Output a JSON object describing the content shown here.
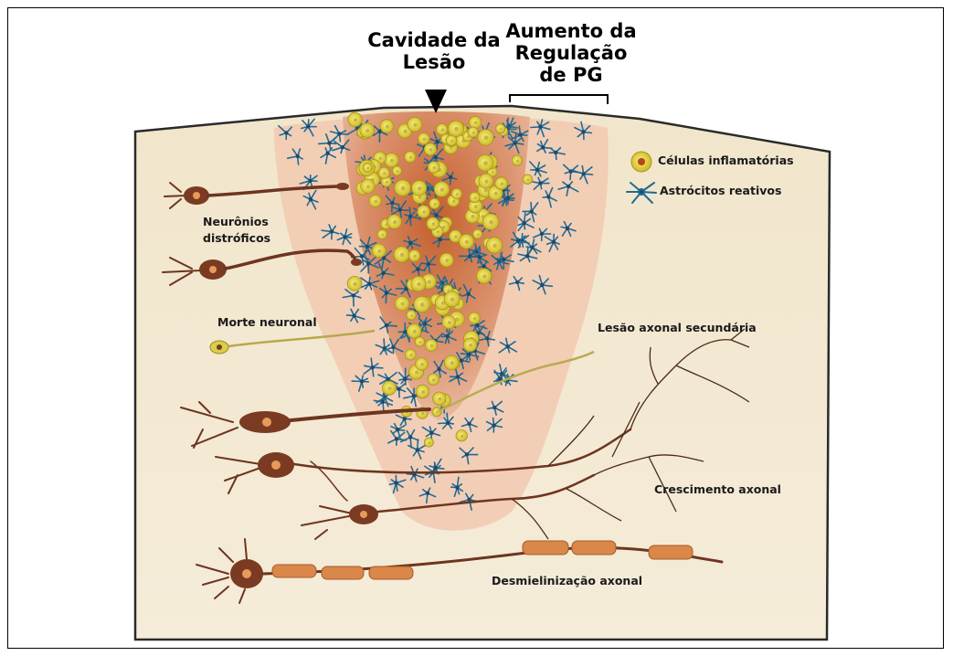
{
  "header": {
    "cavity_line1": "Cavidade da",
    "cavity_line2": "Lesão",
    "pg_line1": "Aumento da",
    "pg_line2": "Regulação",
    "pg_line3": "de PG"
  },
  "legend": {
    "inflammatory": "Células inflamatórias",
    "astrocytes": "Astrócitos reativos"
  },
  "labels": {
    "dystrophic_1": "Neurônios",
    "dystrophic_2": "distróficos",
    "neuronal_death": "Morte neuronal",
    "secondary_injury": "Lesão axonal secundária",
    "axonal_growth": "Crescimento axonal",
    "demyelination": "Desmielinização axonal"
  },
  "colors": {
    "tissue": "#f3e8d1",
    "lesion_outer": "#f2cdb7",
    "lesion_core": "#d9865a",
    "neuron": "#7a3b22",
    "myelin": "#d9884a",
    "cell": "#e8dc3c",
    "astrocyte": "#1f6b94"
  }
}
